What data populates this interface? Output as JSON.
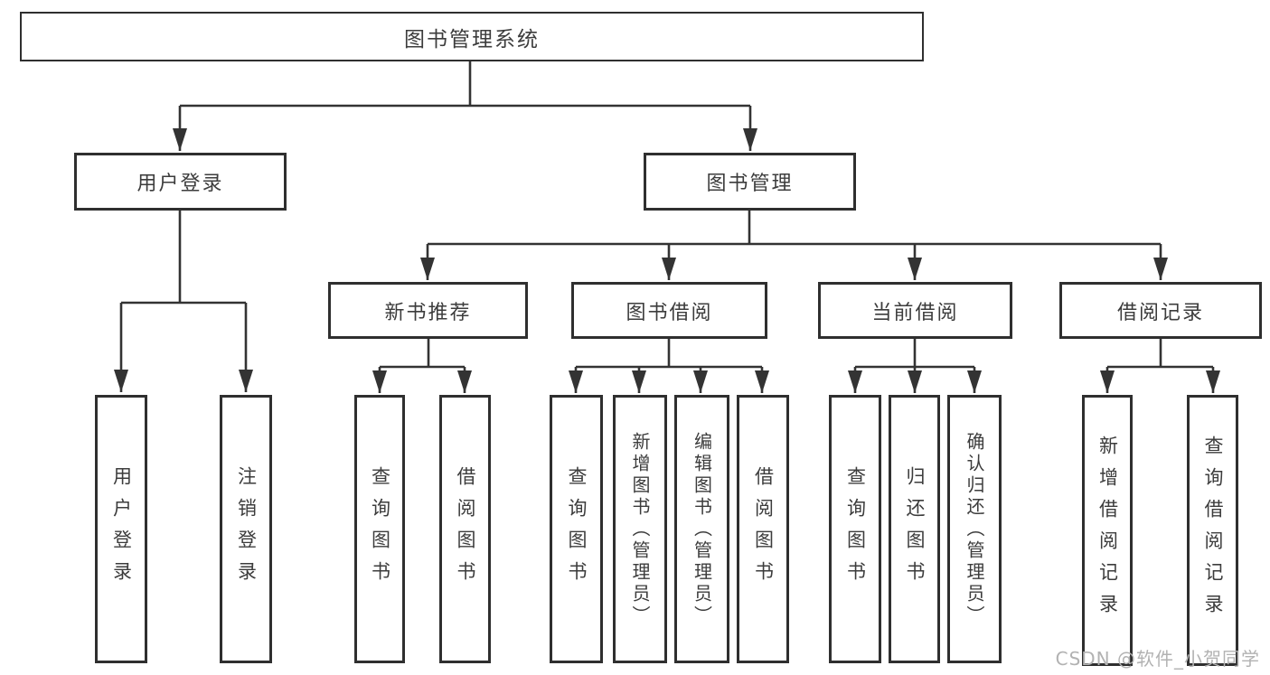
{
  "diagram": {
    "title_node": "图书管理系统",
    "branches": [
      {
        "label": "用户登录",
        "leaves": [
          {
            "label": "用户登录"
          },
          {
            "label": "注销登录"
          }
        ]
      },
      {
        "label": "图书管理",
        "groups": [
          {
            "label": "新书推荐",
            "leaves": [
              {
                "label": "查询图书"
              },
              {
                "label": "借阅图书"
              }
            ]
          },
          {
            "label": "图书借阅",
            "leaves": [
              {
                "label": "查询图书"
              },
              {
                "label": "新增图书（管理员）"
              },
              {
                "label": "编辑图书（管理员）"
              },
              {
                "label": "借阅图书"
              }
            ]
          },
          {
            "label": "当前借阅",
            "leaves": [
              {
                "label": "查询图书"
              },
              {
                "label": "归还图书"
              },
              {
                "label": "确认归还（管理员）"
              }
            ]
          },
          {
            "label": "借阅记录",
            "leaves": [
              {
                "label": "新增借阅记录"
              },
              {
                "label": "查询借阅记录"
              }
            ]
          }
        ]
      }
    ]
  },
  "colors": {
    "line": "#333333",
    "box_border": "#2f2f2f",
    "text": "#3c3c3c",
    "watermark": "#b2b2b2",
    "background": "#ffffff"
  },
  "watermark": "CSDN @软件_小贺同学"
}
